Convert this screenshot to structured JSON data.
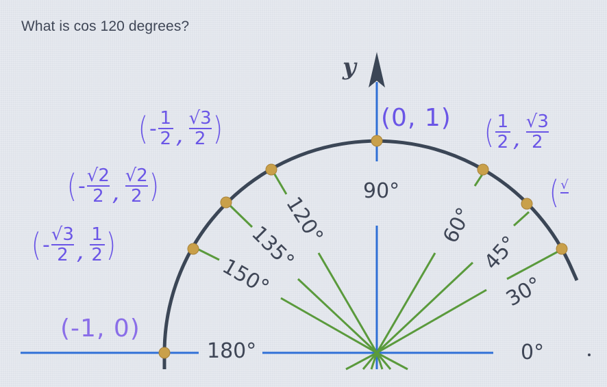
{
  "question": {
    "text": "What is cos 120 degrees?"
  },
  "diagram": {
    "axis_label_y": "y",
    "colors": {
      "circle": "#3b4656",
      "axis": "#2f6fd6",
      "rays": "#5a9a3c",
      "points": "#c9a04a",
      "coords": "#6a55e6",
      "angle_text": "#3f4656"
    },
    "angles": {
      "a0": "0°",
      "a30": "30°",
      "a45": "45°",
      "a60": "60°",
      "a90": "90°",
      "a120": "120°",
      "a135": "135°",
      "a150": "150°",
      "a180": "180°"
    },
    "coordinates": {
      "p90": {
        "text": "(0, 1)"
      },
      "p60": {
        "x_num": "1",
        "x_den": "2",
        "y_num": "√3",
        "y_den": "2"
      },
      "p45_partial": {
        "y_num": "√"
      },
      "p120": {
        "neg": "-",
        "x_num": "1",
        "x_den": "2",
        "y_num": "√3",
        "y_den": "2"
      },
      "p135": {
        "neg": "-",
        "x_num": "√2",
        "x_den": "2",
        "y_num": "√2",
        "y_den": "2"
      },
      "p150": {
        "neg": "-",
        "x_num": "√3",
        "x_den": "2",
        "y_num": "1",
        "y_den": "2"
      },
      "p180": {
        "text": "(-1, 0)"
      }
    }
  }
}
